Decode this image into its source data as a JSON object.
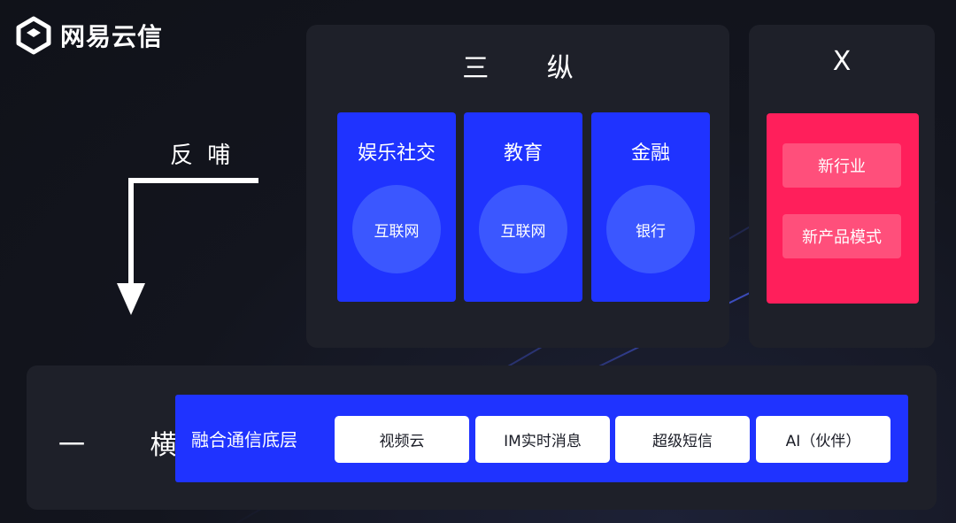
{
  "brand": {
    "logo_text": "网易云信",
    "logo_icon": "netease-yunxin-logo-icon"
  },
  "colors": {
    "background": "#13151e",
    "panel": "#1e2029",
    "vertical_blue": "#1f33ff",
    "circle_blue": "#3b57ff",
    "x_red": "#ff1f5b",
    "x_chip": "#ff4f7b",
    "white": "#ffffff"
  },
  "feedback": {
    "label": "反 哺",
    "icon": "down-left-arrow-icon"
  },
  "verticals": {
    "title": "三 纵",
    "items": [
      {
        "title": "娱乐社交",
        "tag": "互联网"
      },
      {
        "title": "教育",
        "tag": "互联网"
      },
      {
        "title": "金融",
        "tag": "银行"
      }
    ]
  },
  "x_section": {
    "title": "X",
    "items": [
      "新行业",
      "新产品模式"
    ]
  },
  "horizontal": {
    "title": "一 横",
    "bar_label": "融合通信底层",
    "items": [
      "视频云",
      "IM实时消息",
      "超级短信",
      "AI（伙伴）"
    ]
  }
}
